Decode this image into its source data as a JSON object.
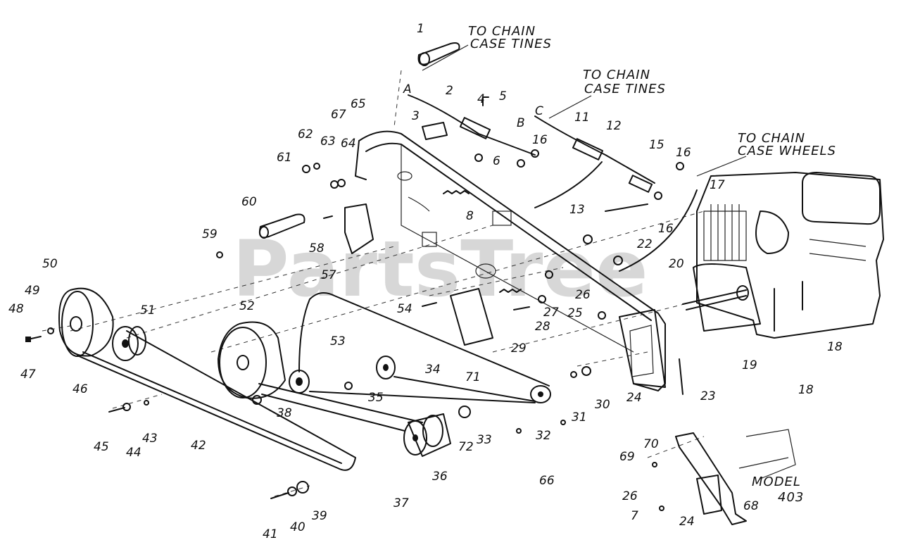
{
  "watermark": "PartsTree",
  "notes": {
    "to_chain_case_tines_1": [
      "TO CHAIN",
      "CASE TINES"
    ],
    "to_chain_case_tines_2": [
      "TO CHAIN",
      "CASE TINES"
    ],
    "to_chain_case_wheels": [
      "TO CHAIN",
      "CASE WHEELS"
    ],
    "model": [
      "MODEL",
      "403"
    ]
  },
  "cable_letters": {
    "a": "A",
    "b": "B",
    "c": "C"
  },
  "callouts": {
    "n1": "1",
    "n2": "2",
    "n3": "3",
    "n4": "4",
    "n5": "5",
    "n6": "6",
    "n7": "7",
    "n8": "8",
    "n11": "11",
    "n12": "12",
    "n13": "13",
    "n15": "15",
    "n16a": "16",
    "n16b": "16",
    "n16c": "16",
    "n17": "17",
    "n18a": "18",
    "n18b": "18",
    "n19": "19",
    "n20": "20",
    "n22": "22",
    "n23": "23",
    "n24a": "24",
    "n24b": "24",
    "n25": "25",
    "n26a": "26",
    "n26b": "26",
    "n27": "27",
    "n28": "28",
    "n29": "29",
    "n30": "30",
    "n31": "31",
    "n32": "32",
    "n33": "33",
    "n34": "34",
    "n35": "35",
    "n36": "36",
    "n37": "37",
    "n38": "38",
    "n39": "39",
    "n40": "40",
    "n41": "41",
    "n42": "42",
    "n43": "43",
    "n44": "44",
    "n45": "45",
    "n46": "46",
    "n47": "47",
    "n48": "48",
    "n49": "49",
    "n50": "50",
    "n51": "51",
    "n52": "52",
    "n53": "53",
    "n54": "54",
    "n57": "57",
    "n58": "58",
    "n59": "59",
    "n60": "60",
    "n61": "61",
    "n62": "62",
    "n63": "63",
    "n64": "64",
    "n65": "65",
    "n66": "66",
    "n67": "67",
    "n68": "68",
    "n69": "69",
    "n70": "70",
    "n71": "71",
    "n72": "72"
  }
}
